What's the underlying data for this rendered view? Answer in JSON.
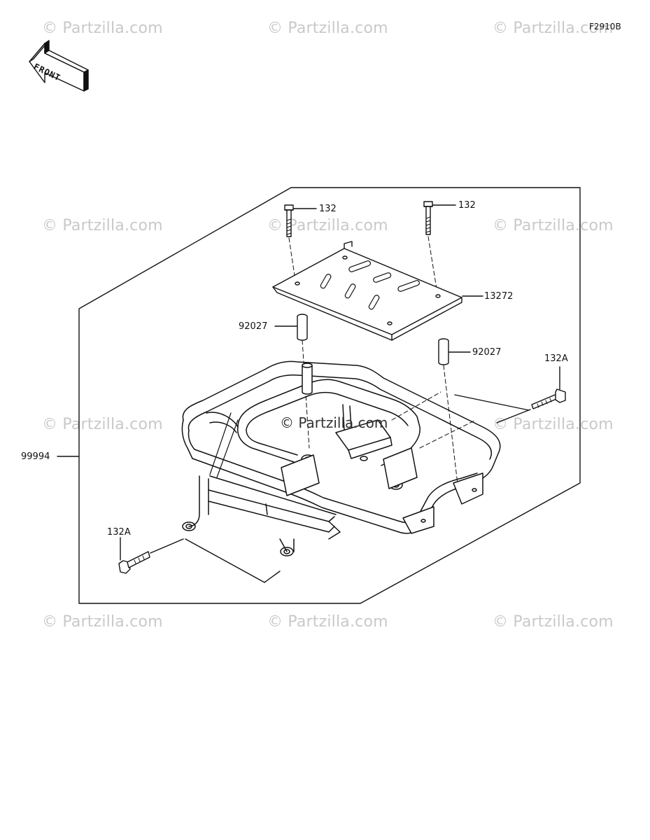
{
  "figure_code": "F2910B",
  "front_arrow_text": "FRONT",
  "watermark_text": "© Partzilla.com",
  "center_watermark_text": "© Partzilla.com",
  "part_labels": {
    "bolt_left": "132",
    "bolt_right": "132",
    "plate": "13272",
    "collar_left": "92027",
    "collar_right": "92027",
    "bolt_side_right": "132A",
    "carrier": "99994",
    "bolt_side_left": "132A"
  },
  "colors": {
    "line": "#111111",
    "watermark": "#c9c9c9",
    "background": "#ffffff"
  }
}
